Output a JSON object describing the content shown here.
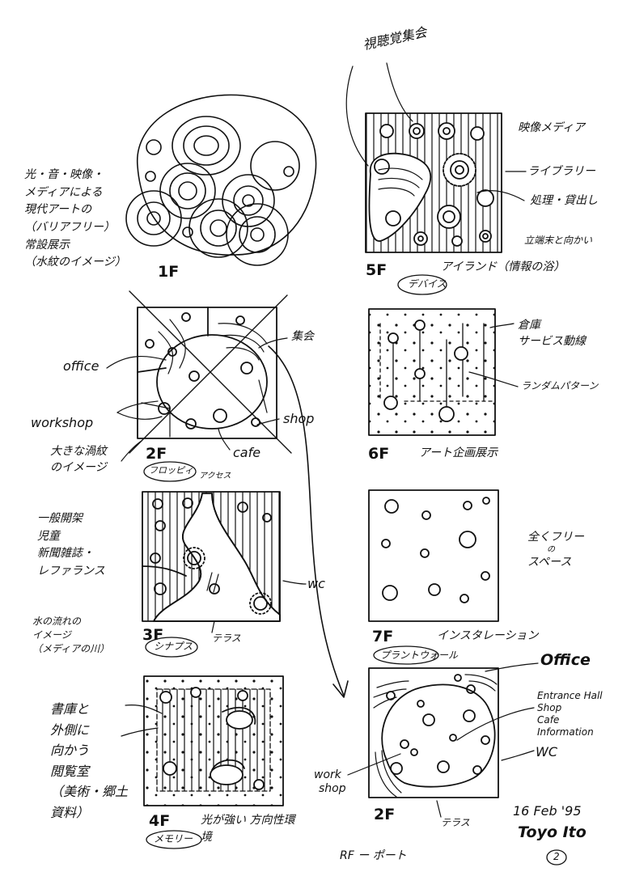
{
  "floors": {
    "f1": {
      "label": "1F",
      "note": [
        "光・音・映像・",
        "メディアによる",
        "現代アートの",
        "（バリアフリー）",
        "常設展示",
        "（水紋のイメージ）"
      ]
    },
    "f2": {
      "label": "2F",
      "tag": "フロッピィ",
      "tag_sub": "アクセス",
      "labels": {
        "office": "office",
        "workshop": "workshop",
        "meeting": "集会",
        "shop": "shop",
        "cafe": "cafe"
      },
      "note": [
        "大きな渦紋",
        "のイメージ"
      ]
    },
    "f3": {
      "label": "3F",
      "tag": "シナプス",
      "wc": "wc",
      "terrace": "テラス",
      "note_top": [
        "一般開架",
        "児童",
        "新聞雑誌・",
        "レファランス"
      ],
      "note_bottom": [
        "水の流れの",
        "イメージ",
        "（メディアの川）"
      ]
    },
    "f4": {
      "label": "4F",
      "tag": "メモリー",
      "remark": "光が強い 方向性環境",
      "note": [
        "書庫と",
        "外側に",
        "向かう",
        "閲覧室",
        "（美術・郷土",
        "資料）"
      ]
    },
    "f5": {
      "label": "5F",
      "tag": "デバイス",
      "name": "アイランド（情報の浴）",
      "labels": {
        "theater": "視聴覚集会",
        "media": "映像メディア",
        "library": "ライブラリー",
        "processing": "処理・貸出し",
        "stand": "立端末と向かい"
      }
    },
    "f6": {
      "label": "6F",
      "name": "アート企画展示",
      "labels": {
        "storage": [
          "倉庫",
          "サービス動線"
        ],
        "random": "ランダムパターン"
      }
    },
    "f7": {
      "label": "7F",
      "tag": "プラントウォール",
      "name": "インスタレーション",
      "note": [
        "全くフリー",
        "の",
        "スペース"
      ]
    },
    "roof": {
      "label": "2F",
      "terrace": "テラス",
      "labels": {
        "office": "Office",
        "entrance": [
          "Entrance Hall",
          "Shop",
          "Cafe",
          "Information"
        ],
        "wc": "WC",
        "workshop": [
          "work",
          "shop"
        ]
      }
    }
  },
  "footer": {
    "rf": "RF ー ポート",
    "date": "16 Feb '95",
    "signature": "Toyo Ito",
    "page": "2"
  }
}
